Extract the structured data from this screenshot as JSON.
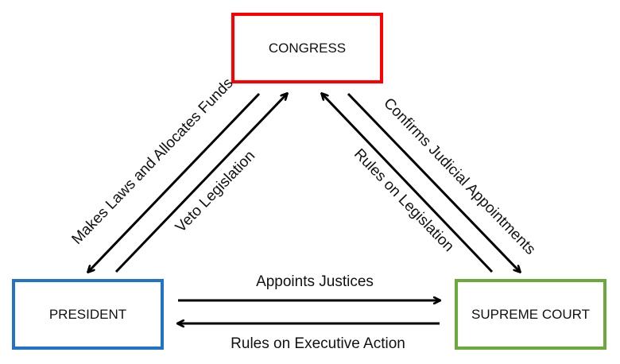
{
  "nodes": {
    "congress": {
      "label": "CONGRESS",
      "border_color": "#ff0000"
    },
    "president": {
      "label": "PRESIDENT",
      "border_color": "#1f73c8"
    },
    "supreme_court": {
      "label": "SUPREME COURT",
      "border_color": "#6aaa3a"
    }
  },
  "edges": {
    "makes_laws": {
      "label": "Makes Laws and Allocates Funds",
      "from": "congress",
      "to": "president"
    },
    "veto": {
      "label": "Veto Legislation",
      "from": "president",
      "to": "congress"
    },
    "rules_legislation": {
      "label": "Rules on Legislation",
      "from": "supreme_court",
      "to": "congress"
    },
    "confirms": {
      "label": "Confirms Judicial Appointments",
      "from": "congress",
      "to": "supreme_court"
    },
    "appoints": {
      "label": "Appoints Justices",
      "from": "president",
      "to": "supreme_court"
    },
    "rules_exec": {
      "label": "Rules on Executive Action",
      "from": "supreme_court",
      "to": "president"
    }
  }
}
